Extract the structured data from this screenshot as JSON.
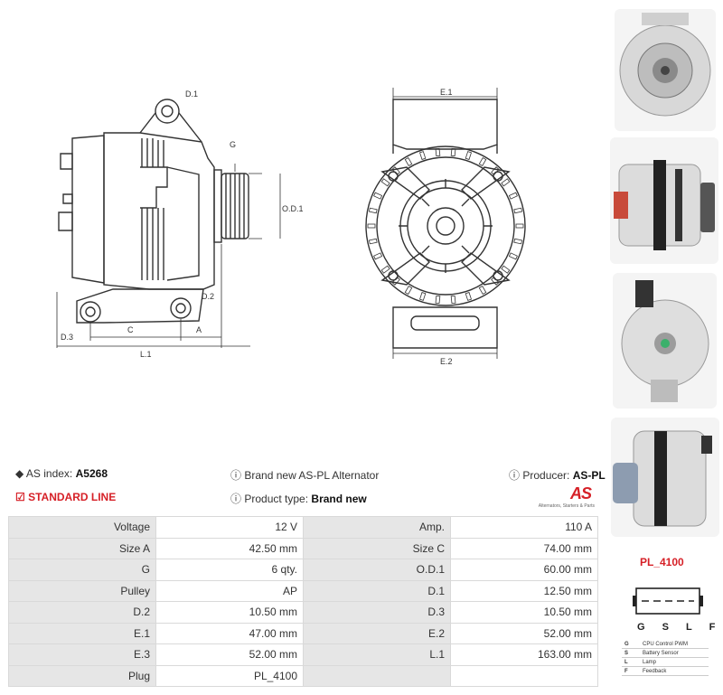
{
  "drawing": {
    "labels": {
      "d1": "D.1",
      "d2": "D.2",
      "d3": "D.3",
      "g": "G",
      "od1": "O.D.1",
      "c": "C",
      "a": "A",
      "l1": "L.1",
      "e1": "E.1",
      "e2": "E.2"
    }
  },
  "info": {
    "as_index_label": "AS index:",
    "as_index_value": "A5268",
    "standard_line": "STANDARD LINE",
    "product_desc": "Brand new AS-PL Alternator",
    "product_type_label": "Product type:",
    "product_type_value": "Brand new",
    "producer_label": "Producer:",
    "producer_value": "AS-PL",
    "logo_text": "AS",
    "logo_subtext": "Alternators, Starters & Parts"
  },
  "specs": [
    [
      {
        "k": "Voltage",
        "v": "12 V"
      },
      {
        "k": "Amp.",
        "v": "110 A"
      }
    ],
    [
      {
        "k": "Size A",
        "v": "42.50 mm"
      },
      {
        "k": "Size C",
        "v": "74.00 mm"
      }
    ],
    [
      {
        "k": "G",
        "v": "6 qty."
      },
      {
        "k": "O.D.1",
        "v": "60.00 mm"
      }
    ],
    [
      {
        "k": "Pulley",
        "v": "AP"
      },
      {
        "k": "D.1",
        "v": "12.50 mm"
      }
    ],
    [
      {
        "k": "D.2",
        "v": "10.50 mm"
      },
      {
        "k": "D.3",
        "v": "10.50 mm"
      }
    ],
    [
      {
        "k": "E.1",
        "v": "47.00 mm"
      },
      {
        "k": "E.2",
        "v": "52.00 mm"
      }
    ],
    [
      {
        "k": "E.3",
        "v": "52.00 mm"
      },
      {
        "k": "L.1",
        "v": "163.00 mm"
      }
    ],
    [
      {
        "k": "Plug",
        "v": "PL_4100"
      },
      {
        "k": "",
        "v": ""
      }
    ]
  ],
  "plug": {
    "title": "PL_4100",
    "pins": "G S L F",
    "legend": [
      {
        "code": "G",
        "desc": "CPU Control PWM"
      },
      {
        "code": "S",
        "desc": "Battery Sensor"
      },
      {
        "code": "L",
        "desc": "Lamp"
      },
      {
        "code": "F",
        "desc": "Feedback"
      }
    ]
  },
  "colors": {
    "accent": "#d62027",
    "table_key_bg": "#e6e6e6",
    "border": "#d9d9d9"
  }
}
